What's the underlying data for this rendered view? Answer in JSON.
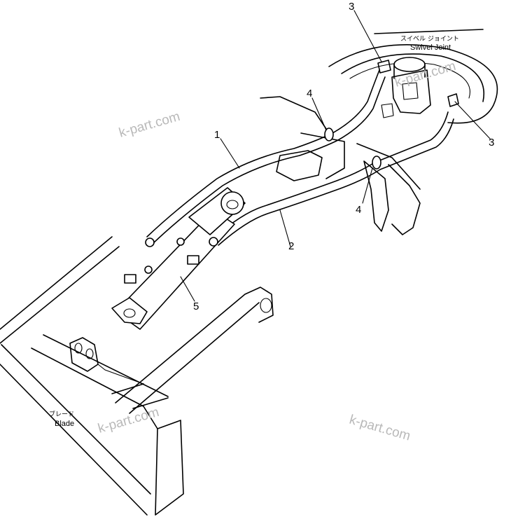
{
  "callouts": {
    "c1": "1",
    "c2": "2",
    "c3_top": "3",
    "c3_right": "3",
    "c4_upper": "4",
    "c4_lower": "4",
    "c5": "5"
  },
  "labels": {
    "swivel_jp": "スイベル ジョイント",
    "swivel_en": "Swivel Joint",
    "blade_jp": "ブレード",
    "blade_en": "Blade"
  },
  "watermarks": {
    "wm1": "k-part.com",
    "wm2": "k-part.com",
    "wm3": "k-part.com",
    "wm4": "k-part.com"
  }
}
